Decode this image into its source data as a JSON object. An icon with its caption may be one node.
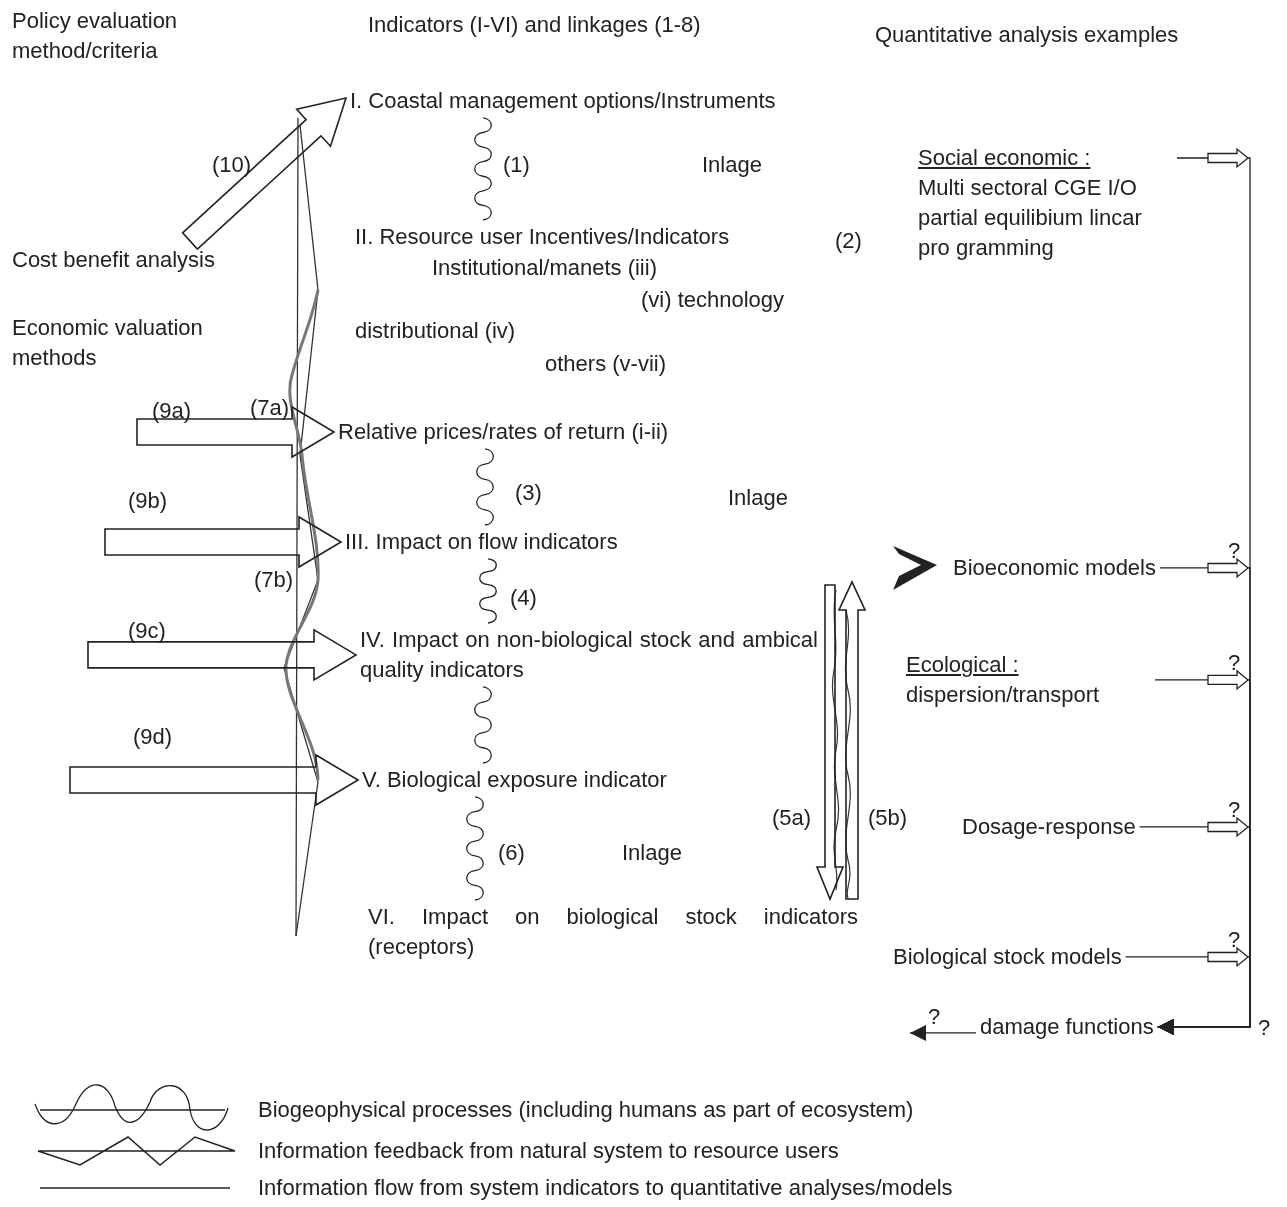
{
  "diagram": {
    "nodes": [
      {
        "text": [
          "Cost benefit analysis"
        ]
      },
      {
        "text": [
          "Economic valuation methods"
        ]
      },
      {
        "text": [
          "I. Coastal management options/Instruments"
        ]
      },
      {
        "text": [
          "II. Resource user Incentives/Indicators"
        ]
      },
      {
        "text": [
          "Relative prices/rates of return (i-ii)"
        ]
      },
      {
        "text": [
          "III. Impact on flow indicators"
        ]
      },
      {
        "text": [
          "IV. Impact on non-biological stock and ambical quality indicators"
        ]
      },
      {
        "text": [
          "V. Biological exposure indicator"
        ]
      },
      {
        "text": [
          "VI. Impact on biological stock indicators (receptors)"
        ]
      },
      {
        "text": [
          "Social economic :",
          "Multi sectoral CGE I/O partial equilibium lincar pro gramming"
        ]
      },
      {
        "text": [
          "Bioeconomic models"
        ]
      },
      {
        "text": [
          "Ecological :",
          "dispersion/transport"
        ]
      },
      {
        "text": [
          "Dosage-response"
        ]
      },
      {
        "text": [
          "Biological stock models"
        ]
      },
      {
        "text": [
          "damage functions"
        ]
      }
    ],
    "edges": [
      {
        "from": 0,
        "to": 2,
        "arrow": "to",
        "label": "(10)",
        "style": "thick"
      },
      {
        "from": null,
        "to": 4,
        "arrow": "to",
        "label": "(9a)",
        "style": "thick"
      },
      {
        "from": null,
        "to": 5,
        "arrow": "to",
        "label": "(9b)",
        "style": "thick"
      },
      {
        "from": null,
        "to": 6,
        "arrow": "to",
        "label": "(9c)",
        "style": "thick"
      },
      {
        "from": null,
        "to": 7,
        "arrow": "to",
        "label": "(9d)",
        "style": "thick"
      },
      {
        "from": 2,
        "to": 3,
        "arrow": "none",
        "label": "(1)"
      },
      {
        "from": 4,
        "to": 5,
        "arrow": "none",
        "label": "(3)"
      },
      {
        "from": 5,
        "to": 6,
        "arrow": "none",
        "label": "(4)"
      },
      {
        "from": 6,
        "to": 7,
        "arrow": "none"
      },
      {
        "from": 7,
        "to": 8,
        "arrow": "none",
        "label": "(6)"
      },
      {
        "from": null,
        "to": 8,
        "arrow": "to",
        "label": "(5a)",
        "style": "thick"
      },
      {
        "from": 8,
        "to": 10,
        "arrow": "to",
        "label": "(5b)",
        "style": "thick"
      },
      {
        "from": 9,
        "to": 14,
        "arrow": "to"
      },
      {
        "from": 10,
        "to": 14,
        "arrow": "to",
        "label": "?"
      },
      {
        "from": 11,
        "to": 14,
        "arrow": "to",
        "label": "?"
      },
      {
        "from": 12,
        "to": 14,
        "arrow": "to",
        "label": "?"
      },
      {
        "from": 13,
        "to": 14,
        "arrow": "to",
        "label": "?"
      },
      {
        "from": 14,
        "to": null,
        "arrow": "to",
        "label": "?"
      }
    ],
    "labels": [
      "Policy evaluation method/criteria",
      "Indicators (I-VI) and linkages (1-8)",
      "Quantitative analysis examples",
      "Inlage",
      "(2)",
      "Institutional/manets (iii)",
      "(vi) technology",
      "distributional (iv)",
      "others (v-vii)",
      "(7a)",
      "Inlage",
      "(7b)",
      "Inlage",
      "?"
    ],
    "legend": [
      {
        "text": "Biogeophysical processes (including humans as part of ecosystem)"
      },
      {
        "text": "Information feedback from natural system to resource users"
      },
      {
        "text": "Information flow from system indicators to quantitative analyses/models"
      }
    ]
  }
}
